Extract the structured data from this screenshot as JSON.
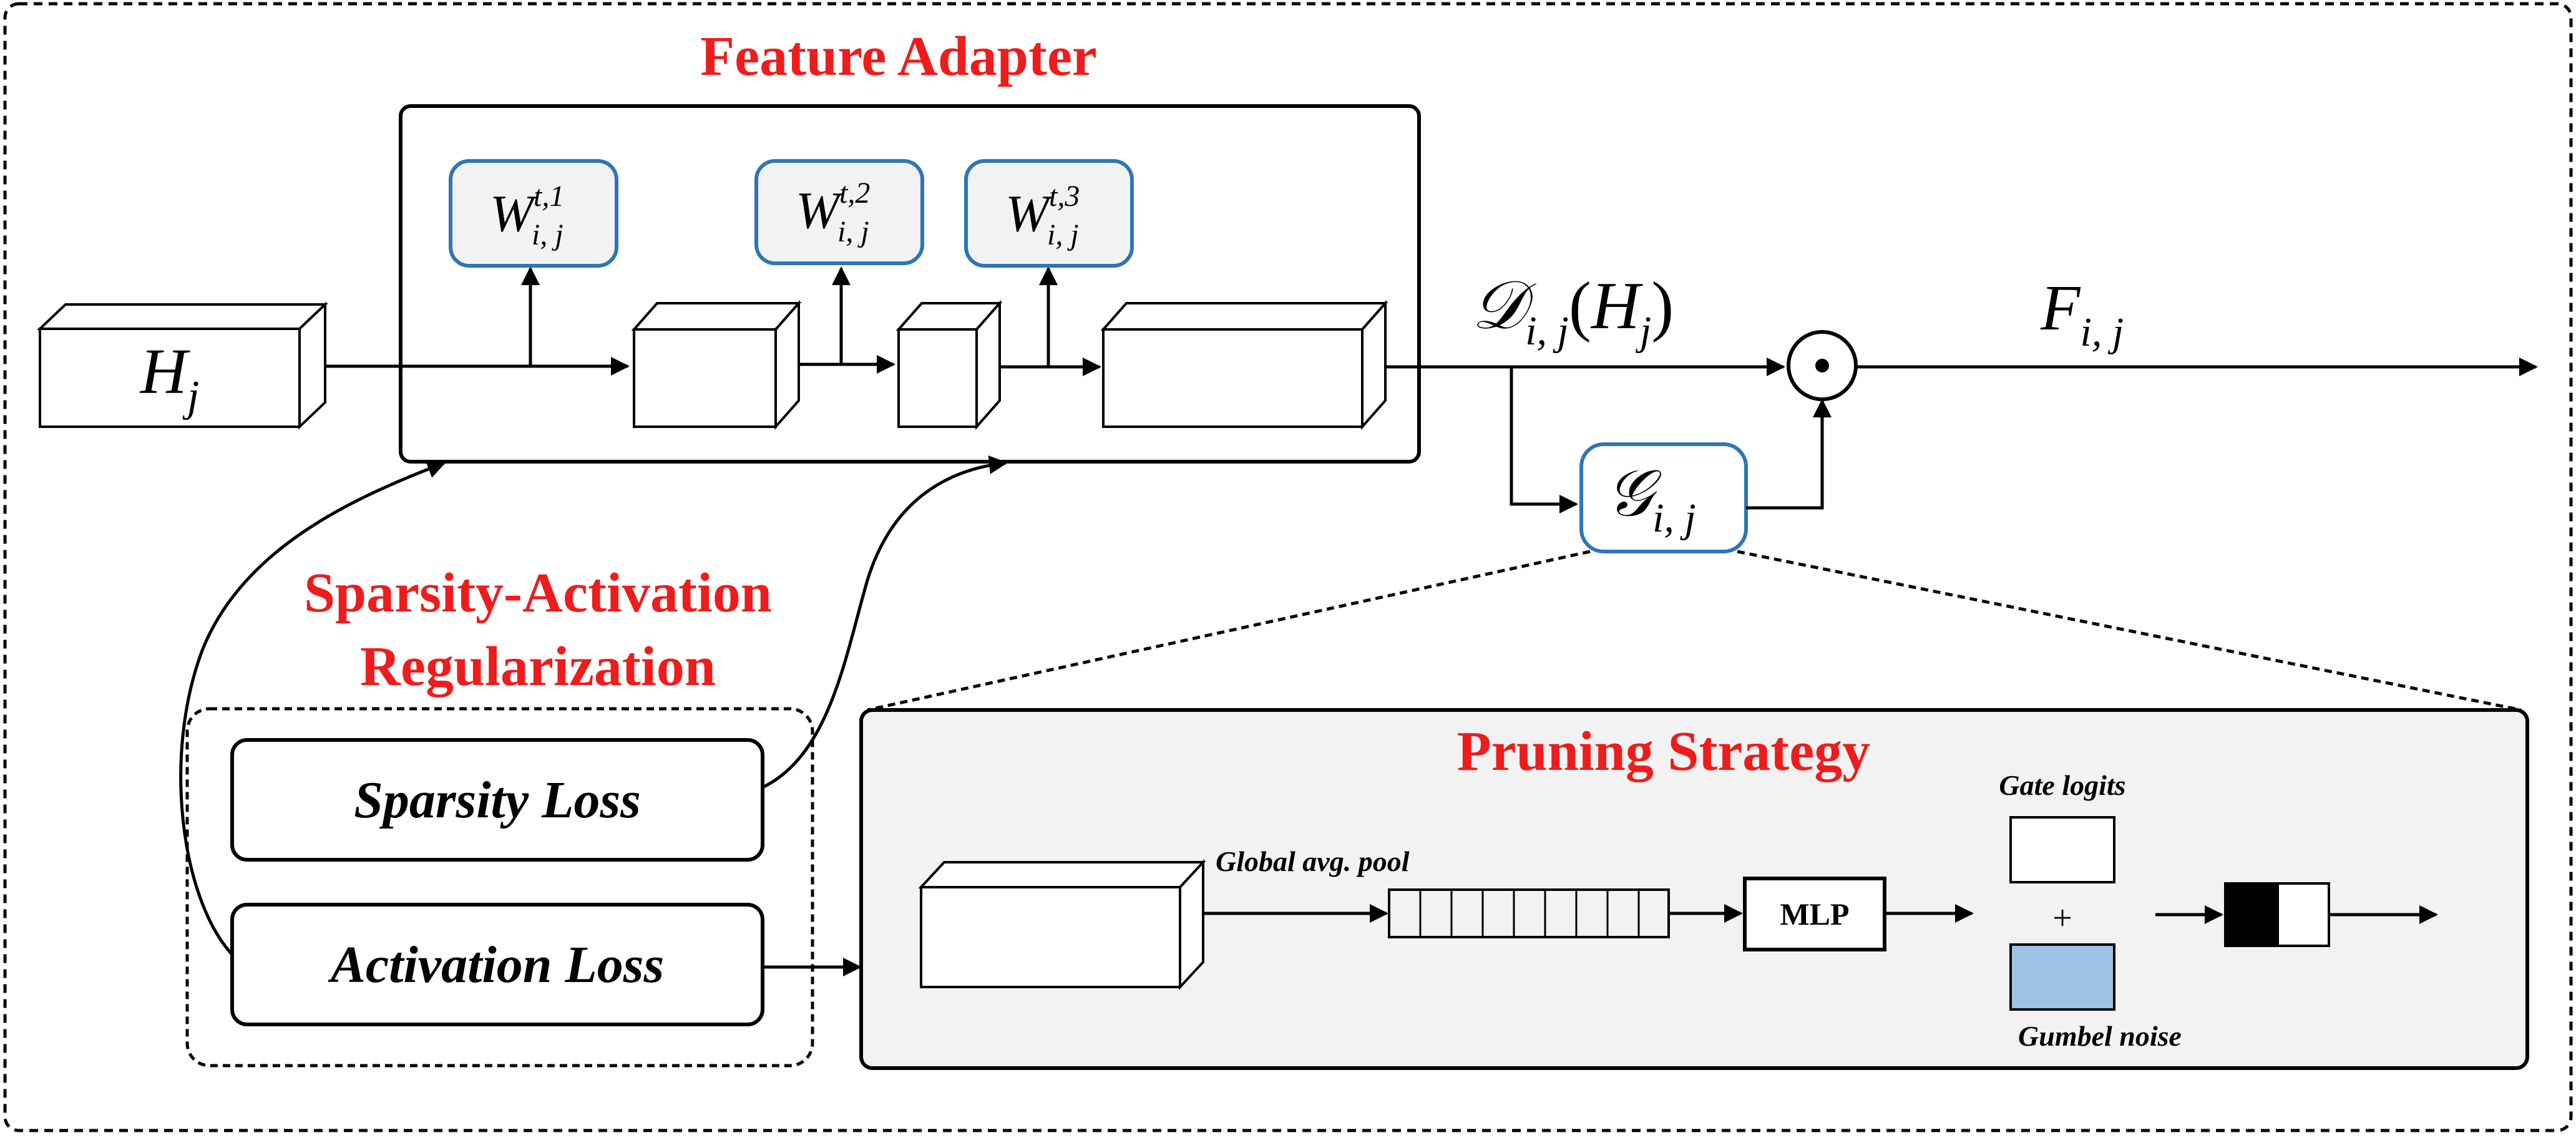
{
  "titles": {
    "feature_adapter": "Feature Adapter",
    "regularization_line1": "Sparsity-Activation",
    "regularization_line2": "Regularization",
    "pruning_strategy": "Pruning Strategy"
  },
  "input": {
    "base": "H",
    "sub": "j"
  },
  "weights": [
    {
      "base": "W",
      "sup": "t,1",
      "sub": "i, j"
    },
    {
      "base": "W",
      "sup": "t,2",
      "sub": "i, j"
    },
    {
      "base": "W",
      "sup": "t,3",
      "sub": "i, j"
    }
  ],
  "adapter_output": {
    "base": "𝒟",
    "sub": "i, j",
    "arg_open": "(",
    "arg_base": "H",
    "arg_sub": "j",
    "arg_close": ")"
  },
  "gate": {
    "base": "𝒢",
    "sub": "i, j"
  },
  "multiply_symbol": "⊙",
  "output": {
    "base": "F",
    "sub": "i, j"
  },
  "losses": {
    "sparsity": "Sparsity Loss",
    "activation": "Activation Loss"
  },
  "pruning": {
    "global_pool": "Global avg. pool",
    "mlp": "MLP",
    "gate_logits": "Gate logits",
    "plus": "+",
    "gumbel_noise": "Gumbel noise"
  },
  "colors": {
    "title_red": "#ee1c1c",
    "box_blue_border": "#2e75b6",
    "weight_fill": "#f2f2f2",
    "panel_fill": "#f2f2f2",
    "gumbel_fill": "#9dc3e6"
  }
}
